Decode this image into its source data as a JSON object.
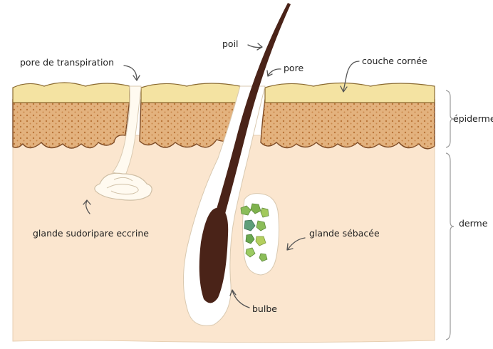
{
  "labels": {
    "poil": "poil",
    "pore_transpiration": "pore de transpiration",
    "pore": "pore",
    "couche_cornee": "couche cornée",
    "epiderme": "épiderme",
    "derme": "derme",
    "glande_sudoripare": "glande sudoripare eccrine",
    "glande_sebacee": "glande sébacée",
    "bulbe": "bulbe"
  },
  "colors": {
    "stratum_corneum": "#f4e3a2",
    "epidermis": "#e3b27e",
    "epidermis_dots": "#b97539",
    "dermis": "#fbe6cf",
    "hair": "#4a2318",
    "sebaceous_cells": "#8bbd59",
    "bracket": "#9a9a9a"
  }
}
